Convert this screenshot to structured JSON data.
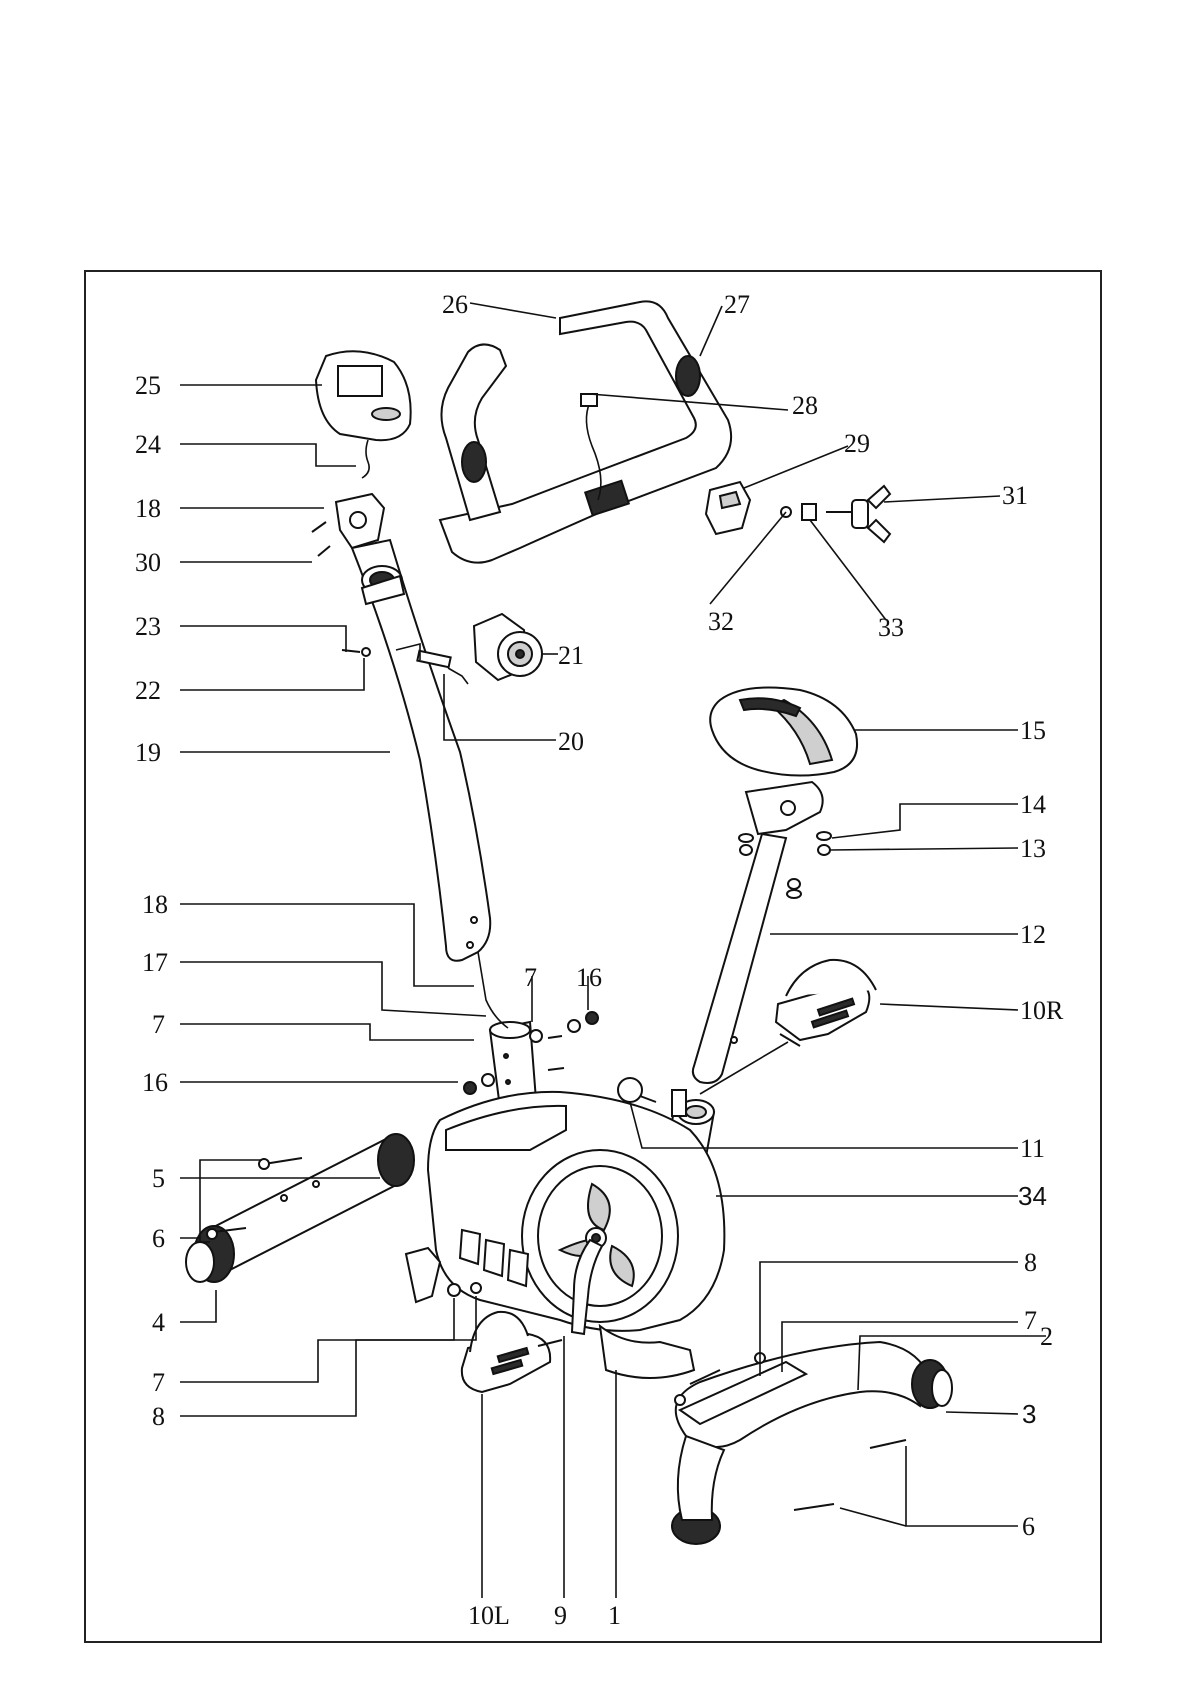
{
  "labels": {
    "l26": "26",
    "l27": "27",
    "l25": "25",
    "l28": "28",
    "l24": "24",
    "l29": "29",
    "l18a": "18",
    "l31": "31",
    "l30": "30",
    "l32": "32",
    "l33": "33",
    "l23": "23",
    "l21": "21",
    "l22": "22",
    "l20": "20",
    "l15": "15",
    "l19": "19",
    "l14": "14",
    "l13": "13",
    "l18b": "18",
    "l12": "12",
    "l17": "17",
    "l7a": "7",
    "l16a": "16",
    "l10r": "10R",
    "l7b": "7",
    "l16b": "16",
    "l11": "11",
    "l5": "5",
    "l34": "34",
    "l6a": "6",
    "l8a": "8",
    "l4": "4",
    "l7c": "7",
    "l2": "2",
    "l7d": "7",
    "l3": "3",
    "l8b": "8",
    "l6b": "6",
    "l10l": "10L",
    "l9": "9",
    "l1": "1"
  }
}
